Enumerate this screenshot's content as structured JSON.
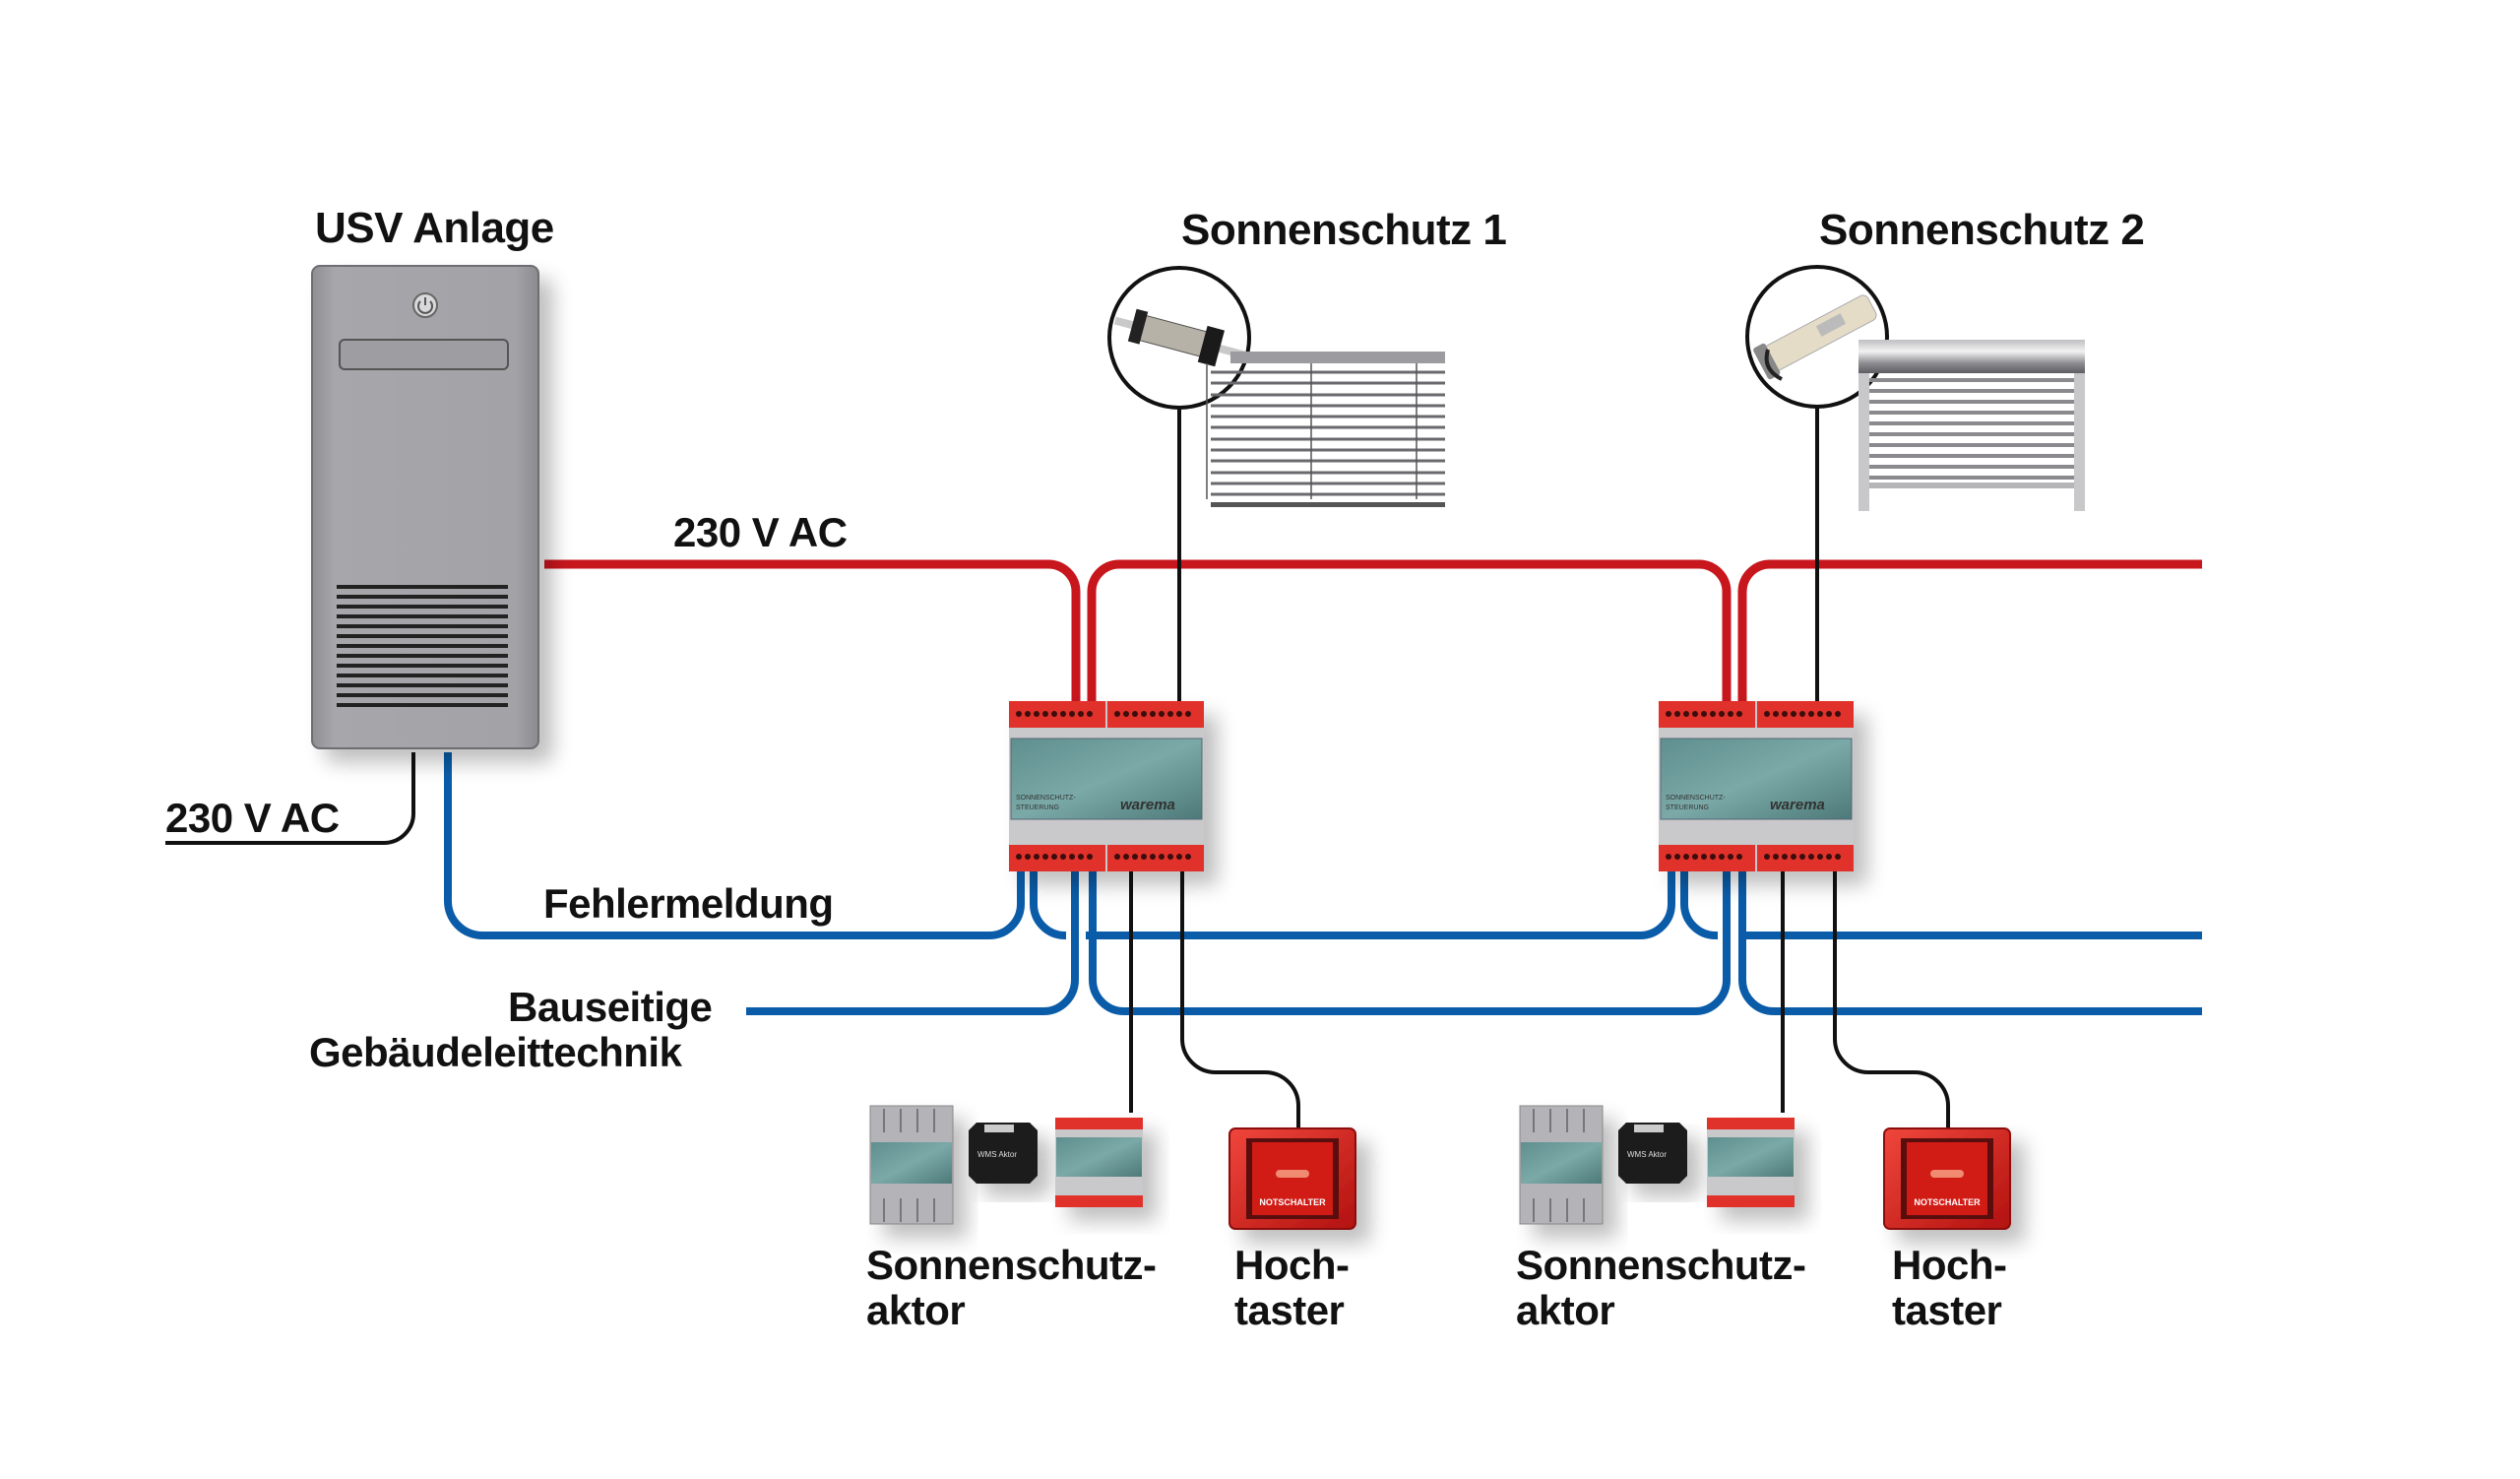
{
  "title_ups": "USV Anlage",
  "title_shading_1": "Sonnenschutz 1",
  "title_shading_2": "Sonnenschutz 2",
  "label_power_main": "230 V AC",
  "label_power_input": "230 V AC",
  "label_error_signal": "Fehlermeldung",
  "label_bms_line1": "Bauseitige",
  "label_bms_line2": "Gebäudeleittechnik",
  "controller": {
    "product_text_line1": "SONNENSCHUTZ-",
    "product_text_line2": "STEUERUNG",
    "brand": "warema"
  },
  "bottom_groups": [
    {
      "actuator_label_line1": "Sonnenschutz-",
      "actuator_label_line2": "aktor",
      "wms_label": "WMS Aktor",
      "button_label_line1": "Hoch-",
      "button_label_line2": "taster",
      "button_text": "NOTSCHALTER"
    },
    {
      "actuator_label_line1": "Sonnenschutz-",
      "actuator_label_line2": "aktor",
      "wms_label": "WMS Aktor",
      "button_label_line1": "Hoch-",
      "button_label_line2": "taster",
      "button_text": "NOTSCHALTER"
    }
  ],
  "colors": {
    "power_line": "#c8161d",
    "signal_line": "#0a5ca8",
    "control_line": "#111111",
    "ups_body": "#a3a3a8",
    "controller_terminal": "#e0302c"
  }
}
